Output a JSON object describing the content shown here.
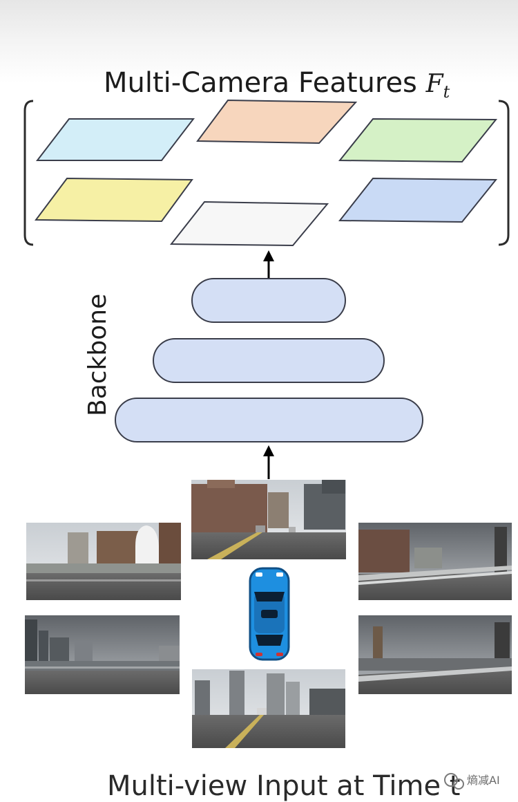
{
  "title": {
    "text": "Multi-Camera Features ",
    "var": "F",
    "sub": "t"
  },
  "backbone_label": "Backbone",
  "bottom_label": "Multi-view Input at Time t",
  "watermark": "熵减AI",
  "colors": {
    "plane_light_blue": "#d3eef8",
    "plane_peach": "#f7d6bd",
    "plane_green": "#d5f1c6",
    "plane_yellow": "#f6f0a5",
    "plane_white": "#f7f7f7",
    "plane_blue": "#c9daf5",
    "backbone_fill": "#d4dff5",
    "outline": "#3a3d4a",
    "car": "#1e8fe0"
  }
}
